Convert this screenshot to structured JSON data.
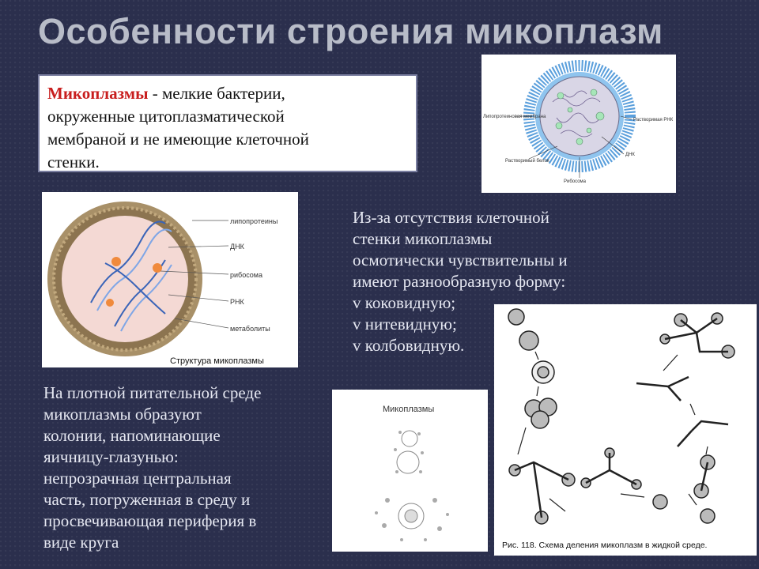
{
  "title": "Особенности строения микоплазм",
  "definition": {
    "term": "Микоплазмы",
    "rest_lines": [
      " - мелкие бактерии,",
      "окруженные цитоплазматической",
      "мембраной и не имеющие клеточной",
      "стенки."
    ]
  },
  "osmotic": {
    "lines": [
      "Из-за отсутствия клеточной",
      "стенки микоплазмы",
      "осмотически чувствительны и",
      "имеют разнообразную форму:",
      "v коковидную;",
      "v нитевидную;",
      "v колбовидную."
    ]
  },
  "colonies": {
    "lines": [
      "На плотной питательной среде",
      "микоплазмы образуют",
      "колонии, напоминающие",
      "яичницу-глазунью:",
      "непрозрачная центральная",
      "часть, погруженная в среду и",
      "просвечивающая периферия в",
      "виде круга"
    ]
  },
  "fig1": {
    "labels": [
      "Липопротеиновая мембрана",
      "Растворимый белок",
      "Рибосома",
      "ДНК",
      "Растворимая РНК"
    ]
  },
  "fig2": {
    "labels": [
      "липопротеины",
      "ДНК",
      "рибосома",
      "РНК",
      "метаболиты"
    ],
    "caption": "Структура микоплазмы"
  },
  "fig3": {
    "caption": "Микоплазмы"
  },
  "fig4": {
    "caption": "Рис. 118. Схема деления микоплазм в жидкой среде."
  },
  "colors": {
    "background": "#2b2f4d",
    "title": "#b8bcc8",
    "term": "#c81e1e"
  }
}
